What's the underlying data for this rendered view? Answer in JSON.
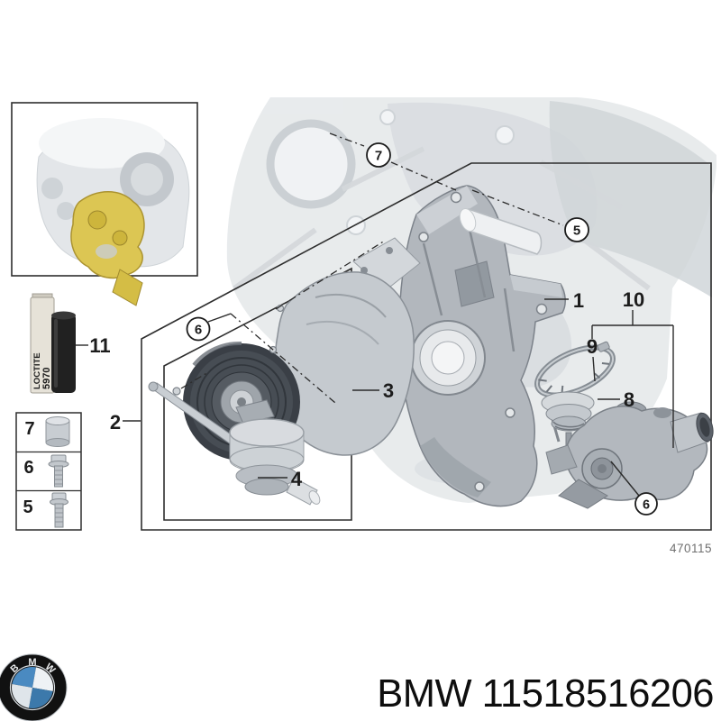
{
  "diagram": {
    "drawing_number": "470115",
    "loctite_tube": {
      "brand": "LOCTITE",
      "number": "5970"
    },
    "legend_rows": [
      {
        "label": "7"
      },
      {
        "label": "6"
      },
      {
        "label": "5"
      }
    ],
    "callouts": {
      "plain": [
        {
          "label": "1"
        },
        {
          "label": "2"
        },
        {
          "label": "3"
        },
        {
          "label": "4"
        },
        {
          "label": "8"
        },
        {
          "label": "9"
        },
        {
          "label": "10"
        },
        {
          "label": "11"
        }
      ],
      "circled": [
        {
          "label": "7"
        },
        {
          "label": "5"
        },
        {
          "label": "6"
        },
        {
          "label": "6"
        }
      ]
    },
    "colors": {
      "line": "#2e2e2e",
      "engine_fade": "#e7eaec",
      "highlight_yellow": "#dcc653",
      "drawing_number_gray": "#6f6f6f"
    }
  },
  "footer": {
    "part_number": "BMW 11518516206",
    "logo": {
      "letters": [
        "B",
        "M",
        "W"
      ],
      "blue": "#4a8ac1"
    }
  }
}
